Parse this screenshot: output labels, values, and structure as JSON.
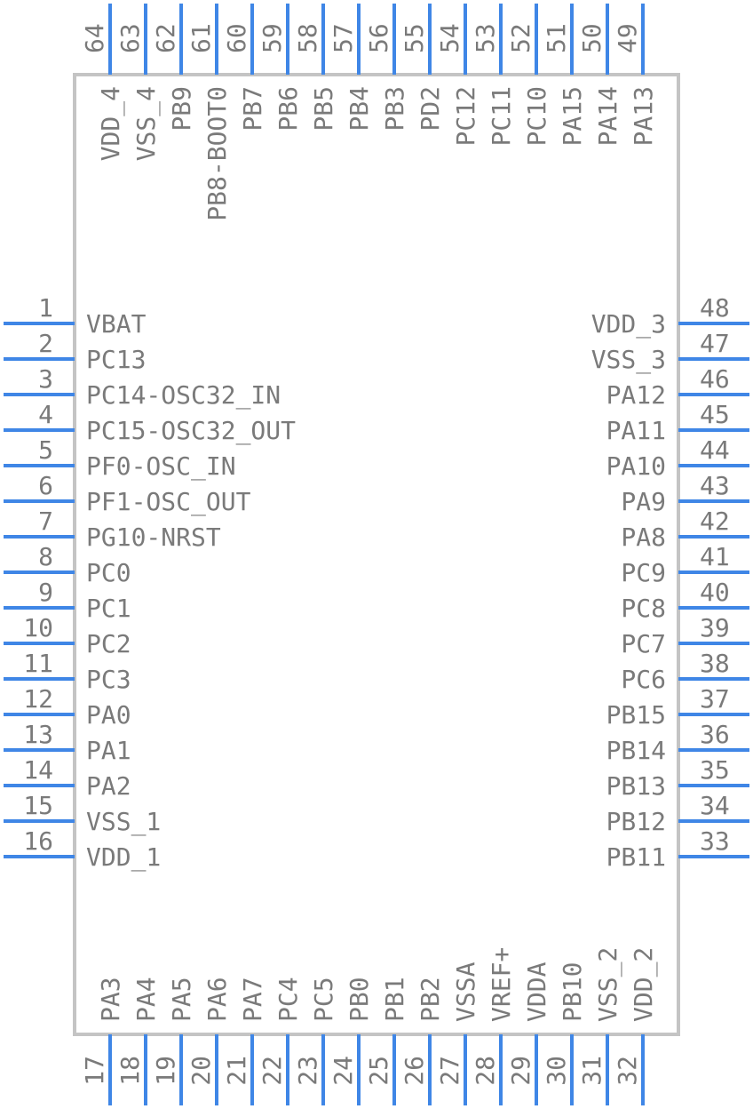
{
  "left_pins": [
    {
      "number": "1",
      "name": "VBAT"
    },
    {
      "number": "2",
      "name": "PC13"
    },
    {
      "number": "3",
      "name": "PC14-OSC32_IN"
    },
    {
      "number": "4",
      "name": "PC15-OSC32_OUT"
    },
    {
      "number": "5",
      "name": "PF0-OSC_IN"
    },
    {
      "number": "6",
      "name": "PF1-OSC_OUT"
    },
    {
      "number": "7",
      "name": "PG10-NRST"
    },
    {
      "number": "8",
      "name": "PC0"
    },
    {
      "number": "9",
      "name": "PC1"
    },
    {
      "number": "10",
      "name": "PC2"
    },
    {
      "number": "11",
      "name": "PC3"
    },
    {
      "number": "12",
      "name": "PA0"
    },
    {
      "number": "13",
      "name": "PA1"
    },
    {
      "number": "14",
      "name": "PA2"
    },
    {
      "number": "15",
      "name": "VSS_1"
    },
    {
      "number": "16",
      "name": "VDD_1"
    }
  ],
  "bottom_pins": [
    {
      "number": "17",
      "name": "PA3"
    },
    {
      "number": "18",
      "name": "PA4"
    },
    {
      "number": "19",
      "name": "PA5"
    },
    {
      "number": "20",
      "name": "PA6"
    },
    {
      "number": "21",
      "name": "PA7"
    },
    {
      "number": "22",
      "name": "PC4"
    },
    {
      "number": "23",
      "name": "PC5"
    },
    {
      "number": "24",
      "name": "PB0"
    },
    {
      "number": "25",
      "name": "PB1"
    },
    {
      "number": "26",
      "name": "PB2"
    },
    {
      "number": "27",
      "name": "VSSA"
    },
    {
      "number": "28",
      "name": "VREF+"
    },
    {
      "number": "29",
      "name": "VDDA"
    },
    {
      "number": "30",
      "name": "PB10"
    },
    {
      "number": "31",
      "name": "VSS_2"
    },
    {
      "number": "32",
      "name": "VDD_2"
    }
  ],
  "right_pins": [
    {
      "number": "33",
      "name": "PB11"
    },
    {
      "number": "34",
      "name": "PB12"
    },
    {
      "number": "35",
      "name": "PB13"
    },
    {
      "number": "36",
      "name": "PB14"
    },
    {
      "number": "37",
      "name": "PB15"
    },
    {
      "number": "38",
      "name": "PC6"
    },
    {
      "number": "39",
      "name": "PC7"
    },
    {
      "number": "40",
      "name": "PC8"
    },
    {
      "number": "41",
      "name": "PC9"
    },
    {
      "number": "42",
      "name": "PA8"
    },
    {
      "number": "43",
      "name": "PA9"
    },
    {
      "number": "44",
      "name": "PA10"
    },
    {
      "number": "45",
      "name": "PA11"
    },
    {
      "number": "46",
      "name": "PA12"
    },
    {
      "number": "47",
      "name": "VSS_3"
    },
    {
      "number": "48",
      "name": "VDD_3"
    }
  ],
  "top_pins": [
    {
      "number": "49",
      "name": "PA13"
    },
    {
      "number": "50",
      "name": "PA14"
    },
    {
      "number": "51",
      "name": "PA15"
    },
    {
      "number": "52",
      "name": "PC10"
    },
    {
      "number": "53",
      "name": "PC11"
    },
    {
      "number": "54",
      "name": "PC12"
    },
    {
      "number": "55",
      "name": "PD2"
    },
    {
      "number": "56",
      "name": "PB3"
    },
    {
      "number": "57",
      "name": "PB4"
    },
    {
      "number": "58",
      "name": "PB5"
    },
    {
      "number": "59",
      "name": "PB6"
    },
    {
      "number": "60",
      "name": "PB7"
    },
    {
      "number": "61",
      "name": "PB8-BOOT0"
    },
    {
      "number": "62",
      "name": "PB9"
    },
    {
      "number": "63",
      "name": "VSS_4"
    },
    {
      "number": "64",
      "name": "VDD_4"
    }
  ],
  "colors": {
    "pin": "#3f86e6",
    "body": "#c4c4c4",
    "text": "#7a7a7a"
  }
}
